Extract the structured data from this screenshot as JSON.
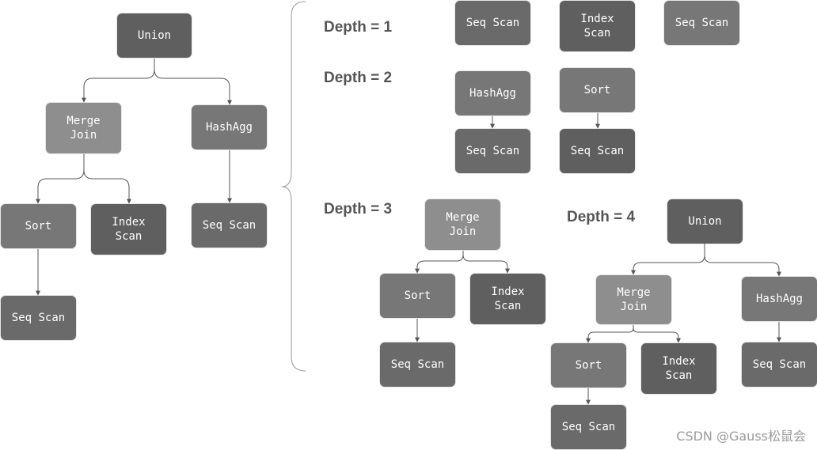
{
  "colors": {
    "dark": "#5f5f5f",
    "mid": "#6a6a6a",
    "medium": "#777777",
    "light": "#8e8e8e",
    "line": "#555555",
    "brace": "#9a9a9a",
    "label": "#555555",
    "watermark": "#9b9b9b"
  },
  "main_tree": {
    "union": "Union",
    "merge_join": "Merge\nJoin",
    "hashagg": "HashAgg",
    "sort": "Sort",
    "index_scan": "Index\nScan",
    "hashagg_seq_scan": "Seq Scan",
    "sort_seq_scan": "Seq Scan"
  },
  "depth1": {
    "label": "Depth = 1",
    "seq_scan_a": "Seq Scan",
    "index_scan": "Index\nScan",
    "seq_scan_b": "Seq Scan"
  },
  "depth2": {
    "label": "Depth = 2",
    "hashagg": "HashAgg",
    "hashagg_seq_scan": "Seq Scan",
    "sort": "Sort",
    "sort_seq_scan": "Seq Scan"
  },
  "depth3": {
    "label": "Depth = 3",
    "merge_join": "Merge\nJoin",
    "sort": "Sort",
    "index_scan": "Index\nScan",
    "sort_seq_scan": "Seq Scan"
  },
  "depth4": {
    "label": "Depth = 4",
    "union": "Union",
    "merge_join": "Merge\nJoin",
    "hashagg": "HashAgg",
    "sort": "Sort",
    "index_scan": "Index\nScan",
    "hashagg_seq_scan": "Seq Scan",
    "sort_seq_scan": "Seq Scan"
  },
  "watermark": "CSDN @Gauss松鼠会"
}
